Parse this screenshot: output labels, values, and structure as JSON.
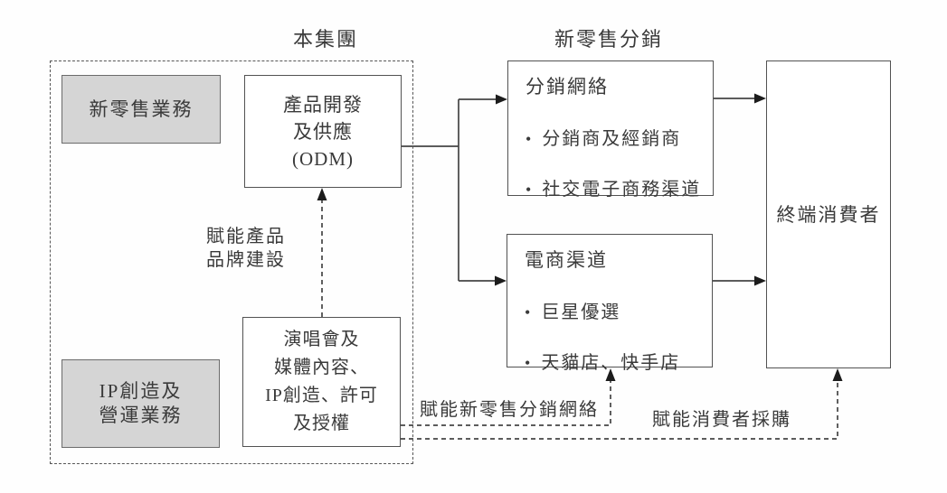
{
  "titles": {
    "group": "本集團",
    "new_retail_distribution": "新零售分銷"
  },
  "bullet_char": "•",
  "group_cluster": {
    "segment_new_retail": {
      "label": "新零售業務"
    },
    "segment_ip": {
      "lines": [
        "IP創造及",
        "營運業務"
      ]
    },
    "odm_box": {
      "lines": [
        "產品開發",
        "及供應",
        "(ODM)"
      ]
    },
    "content_box": {
      "lines": [
        "演唱會及",
        "媒體內容、",
        "IP創造、許可",
        "及授權"
      ]
    }
  },
  "distribution_cluster": {
    "network_box": {
      "title": "分銷網絡",
      "bullets": [
        "分銷商及經銷商",
        "社交電子商務渠道"
      ]
    },
    "ecommerce_box": {
      "title": "電商渠道",
      "bullets": [
        "巨星優選",
        "天貓店、快手店"
      ]
    },
    "consumer_box": {
      "label": "終端消費者"
    }
  },
  "flow_labels": {
    "empower_brand": {
      "lines": [
        "賦能產品",
        "品牌建設"
      ]
    },
    "empower_distribution": "賦能新零售分銷網絡",
    "empower_consumer": "賦能消費者採購"
  },
  "colors": {
    "gray_fill": "#d5d5d5",
    "line": "#454545",
    "arrow": "#1c1c1c",
    "text": "#3a3a3a"
  }
}
